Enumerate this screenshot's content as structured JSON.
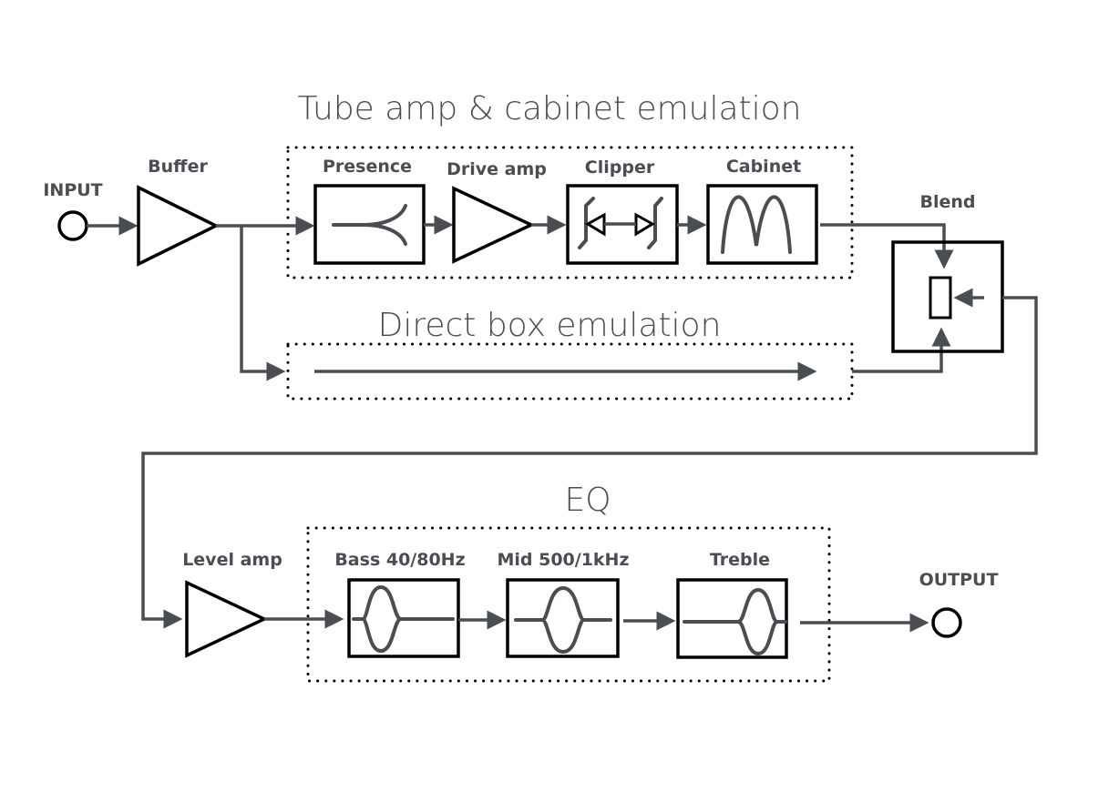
{
  "titles": {
    "tube": "Tube amp & cabinet emulation",
    "direct": "Direct box emulation",
    "eq": "EQ"
  },
  "labels": {
    "input": "INPUT",
    "buffer": "Buffer",
    "presence": "Presence",
    "drive_amp": "Drive amp",
    "clipper": "Clipper",
    "cabinet": "Cabinet",
    "blend": "Blend",
    "level_amp": "Level amp",
    "bass": "Bass 40/80Hz",
    "mid": "Mid 500/1kHz",
    "treble": "Treble",
    "output": "OUTPUT"
  },
  "colors": {
    "wire": "#4a4d52",
    "block": "#000000"
  }
}
